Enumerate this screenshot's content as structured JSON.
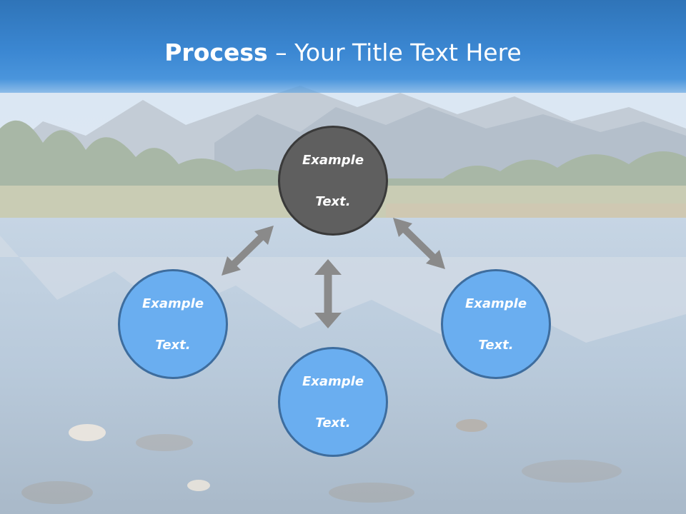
{
  "slide": {
    "title_bold": "Process",
    "title_rest": " – Your Title Text Here",
    "nodes": [
      {
        "line1": "Example",
        "line2": "Text."
      },
      {
        "line1": "Example",
        "line2": "Text."
      },
      {
        "line1": "Example",
        "line2": "Text."
      },
      {
        "line1": "Example",
        "line2": "Text."
      }
    ]
  },
  "colors": {
    "title_bar": "#3b87d2",
    "center_node": "#5f5f5f",
    "outer_node": "#6aaef0",
    "node_border": "#3e6d9e",
    "arrow": "#8a8a8a"
  }
}
